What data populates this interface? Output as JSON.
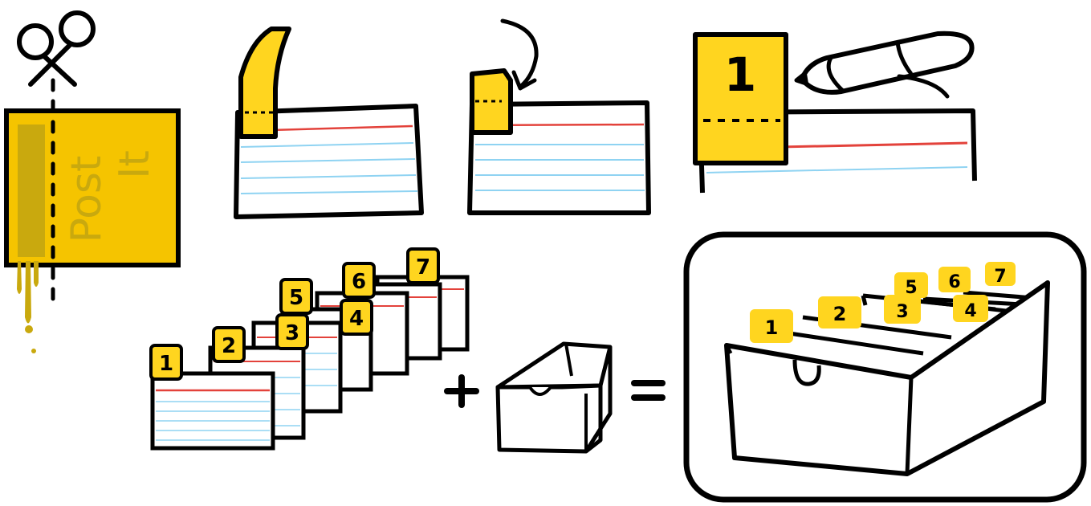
{
  "postit": {
    "label_line1": "Post",
    "label_line2": "It"
  },
  "step_number": "1",
  "stack_numbers": [
    "1",
    "2",
    "3",
    "4",
    "5",
    "6",
    "7"
  ],
  "plus_symbol": "+",
  "equals_symbol": "=",
  "drawer_numbers": [
    "1",
    "2",
    "3",
    "4",
    "5",
    "6",
    "7"
  ],
  "colors": {
    "tab_yellow": "#FFD51F",
    "postit_yellow": "#F5C400",
    "glue_stripe": "#C9A90E",
    "glue_drip": "#C9A90E",
    "red_line": "#E3423B",
    "blue_line": "#8FD3F2",
    "ink": "#000000",
    "paper": "#FFFFFF",
    "postit_text": "#C9A90E"
  },
  "icons": [
    "scissors-icon",
    "pen-icon",
    "curved-arrow-icon"
  ]
}
